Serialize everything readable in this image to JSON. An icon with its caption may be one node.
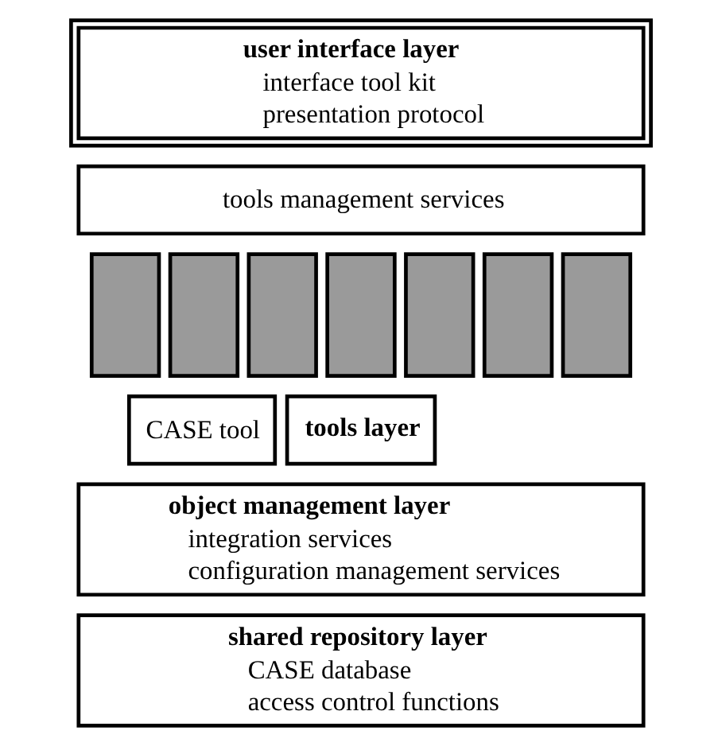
{
  "diagram": {
    "nodes": [
      {
        "text": [
          "user interface layer",
          "interface tool kit",
          "presentation protocol"
        ]
      },
      {
        "text": [
          "tools management services"
        ]
      },
      {
        "text": [],
        "shape": "box"
      },
      {
        "text": [],
        "shape": "box"
      },
      {
        "text": [],
        "shape": "box"
      },
      {
        "text": [],
        "shape": "box"
      },
      {
        "text": [],
        "shape": "box"
      },
      {
        "text": [],
        "shape": "box"
      },
      {
        "text": [],
        "shape": "box"
      },
      {
        "text": [
          "CASE tool"
        ]
      },
      {
        "text": [
          "tools layer"
        ]
      },
      {
        "text": [
          "object management layer",
          "integration services",
          "configuration management services"
        ]
      },
      {
        "text": [
          "shared repository layer",
          "CASE database",
          "access control functions"
        ]
      }
    ],
    "edges": []
  }
}
